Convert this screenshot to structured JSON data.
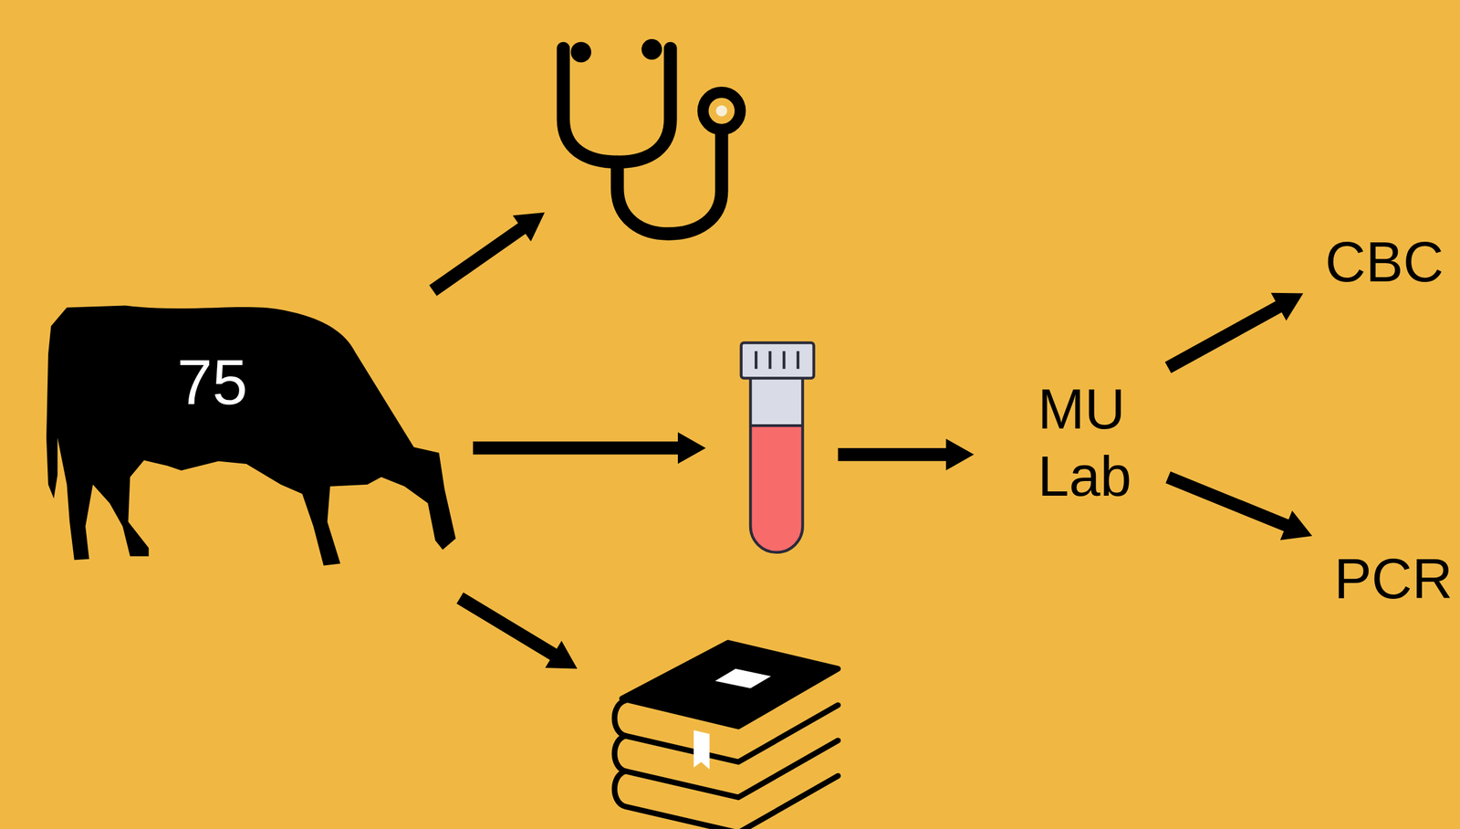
{
  "diagram": {
    "nodes": [
      {
        "text": [
          "75"
        ]
      },
      {
        "text": [
          "MU Lab"
        ]
      },
      {
        "text": [
          "CBC"
        ]
      },
      {
        "text": [
          "PCR"
        ]
      }
    ],
    "edges": [
      {
        "from": 1,
        "to": 2,
        "arrow": "to"
      },
      {
        "from": 1,
        "to": 3,
        "arrow": "to"
      }
    ]
  }
}
